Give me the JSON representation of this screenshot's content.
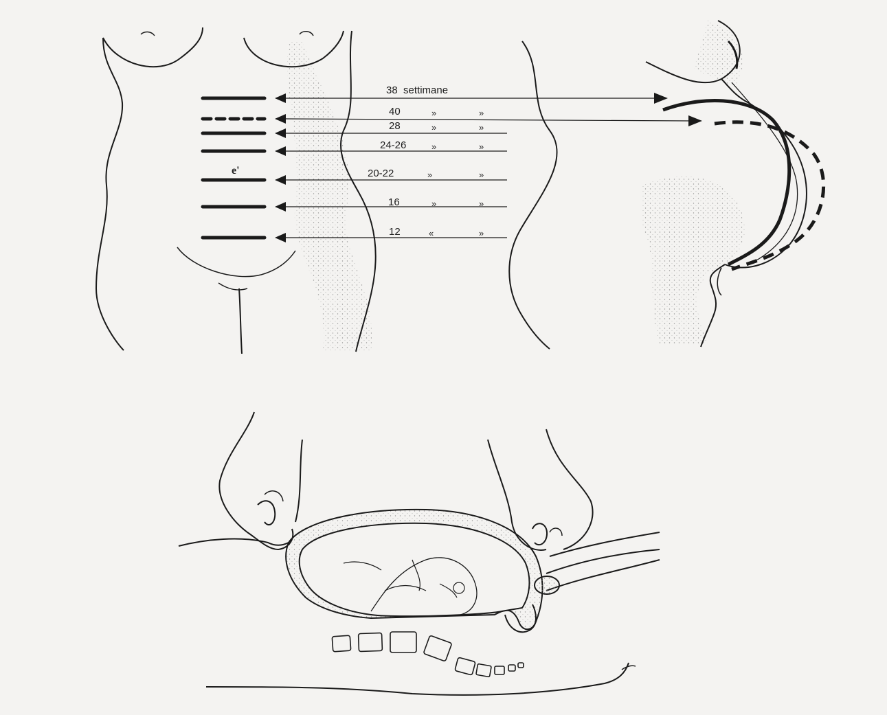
{
  "figure": {
    "week_labels": [
      {
        "text": "38  settimane",
        "q1": "",
        "q2": ""
      },
      {
        "text": "40",
        "q1": "»",
        "q2": "»"
      },
      {
        "text": "28",
        "q1": "»",
        "q2": "»"
      },
      {
        "text": "24-26",
        "q1": "»",
        "q2": "»"
      },
      {
        "text": "20-22",
        "q1": "»",
        "q2": "»"
      },
      {
        "text": "16",
        "q1": "»",
        "q2": "»"
      },
      {
        "text": "12",
        "q1": "«",
        "q2": "»"
      }
    ],
    "fundus_letter": "e'"
  },
  "colors": {
    "ink": "#1a1a1a",
    "paper": "#f4f3f1",
    "stipple": "#9a9a9a"
  }
}
